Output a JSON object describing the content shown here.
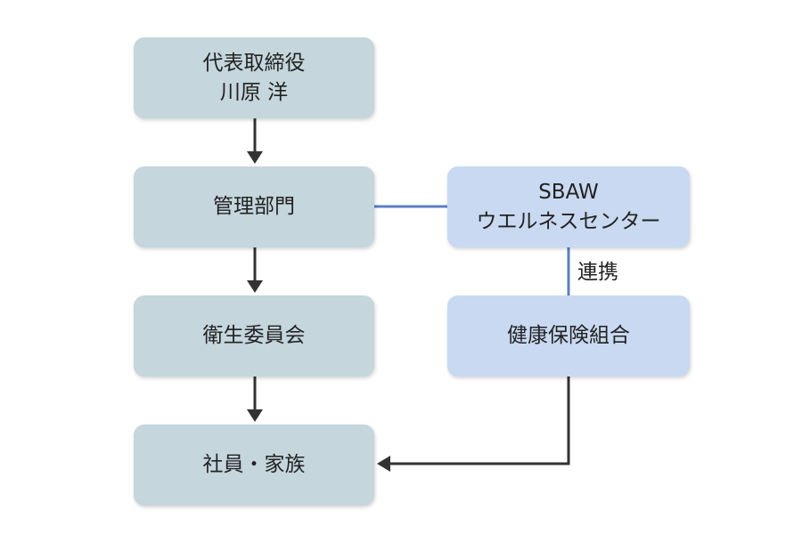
{
  "nodes": {
    "ceo": {
      "line1": "代表取締役",
      "line2": "川原 洋"
    },
    "management": {
      "label": "管理部門"
    },
    "committee": {
      "label": "衛生委員会"
    },
    "staff": {
      "label": "社員・家族"
    },
    "sbaw": {
      "line1": "SBAW",
      "line2": "ウエルネスセンター"
    },
    "kenpo": {
      "label": "健康保険組合"
    }
  },
  "edges": {
    "cooperation_label": "連携"
  },
  "colors": {
    "primary_node": "#c5d6dd",
    "partner_node": "#c9d9f1",
    "arrow": "#333333",
    "link_line": "#5b7fc4"
  }
}
